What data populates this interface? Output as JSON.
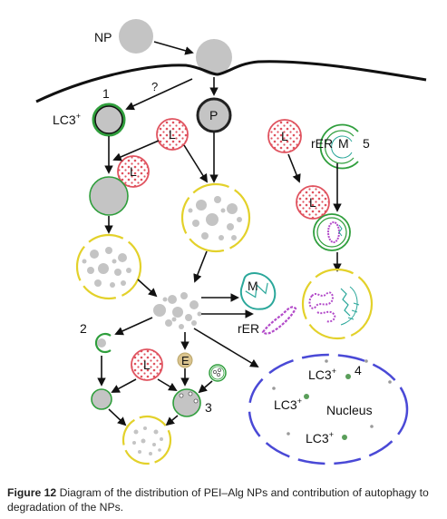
{
  "figure": {
    "labels": {
      "np": "NP",
      "question": "?",
      "path1": "1",
      "path2": "2",
      "path3": "3",
      "path4": "4",
      "path5": "5",
      "lc3_a": "LC3",
      "lc3_b": "LC3",
      "lc3_c": "LC3",
      "lc3_d": "LC3",
      "lc3_sup": "+",
      "p": "P",
      "l1": "L",
      "l2": "L",
      "l3": "L",
      "l4": "L",
      "l5": "L",
      "m_mito": "M",
      "rer_label": "rER",
      "rer_m_top": "rER",
      "m_top": "M",
      "e": "E",
      "nucleus": "Nucleus"
    },
    "colors": {
      "membrane_black": "#111111",
      "np_gray": "#c4c4c4",
      "lysosome_red": "#e0535f",
      "autophagosome_green": "#2f9e3c",
      "vesicle_yellow": "#e3d12a",
      "nucleus_blue": "#4a49d6",
      "rer_purple": "#b24ac9",
      "mito_teal": "#2aa79a",
      "endosome_tan": "#d9c38e"
    }
  },
  "caption": {
    "label": "Figure 12",
    "text": "Diagram of the distribution of PEI–Alg NPs and contribution of autophagy to degradation of the NPs."
  }
}
